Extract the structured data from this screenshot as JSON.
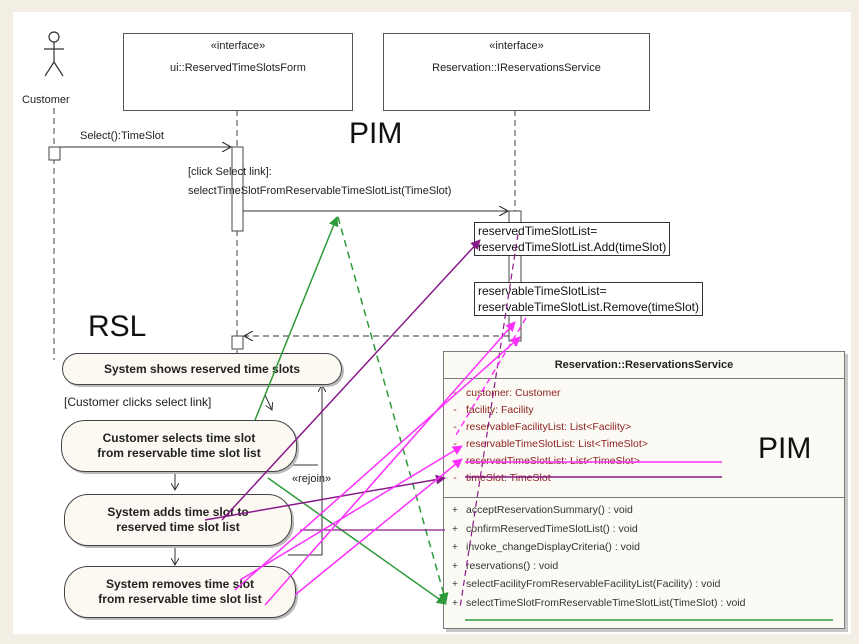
{
  "lifelines": {
    "customer": "Customer",
    "form": {
      "stereotype": "«interface»",
      "name": "ui::ReservedTimeSlotsForm"
    },
    "service": {
      "stereotype": "«interface»",
      "name": "Reservation::IReservationsService"
    }
  },
  "messages": {
    "select": "Select():TimeSlot",
    "guard": "[click Select link]:",
    "call": "selectTimeSlotFromReservableTimeSlotList(TimeSlot)"
  },
  "notes": {
    "reserved": [
      "reservedTimeSlotList=",
      "reservedTimeSlotList.Add(timeSlot)"
    ],
    "reservable": [
      "reservableTimeSlotList=",
      "reservableTimeSlotList.Remove(timeSlot)"
    ]
  },
  "labels": {
    "pim_top": "PIM",
    "rsl": "RSL",
    "pim_class": "PIM",
    "click_link": "[Customer clicks select link]",
    "rejoin": "«rejoin»"
  },
  "rsl_steps": [
    "System shows reserved time slots",
    "Customer selects time slot\nfrom reservable time slot list",
    "System adds time slot to\nreserved time slot list",
    "System removes time slot\nfrom reservable time slot list"
  ],
  "class": {
    "name": "Reservation::ReservationsService",
    "attributes": [
      {
        "vis": "-",
        "text": "customer:  Customer"
      },
      {
        "vis": "-",
        "text": "facility:  Facility"
      },
      {
        "vis": "-",
        "text": "reservableFacilityList:  List<Facility>"
      },
      {
        "vis": "-",
        "text": "reservableTimeSlotList:  List<TimeSlot>"
      },
      {
        "vis": "-",
        "text": "reservedTimeSlotList:  List<TimeSlot>"
      },
      {
        "vis": "-",
        "text": "timeSlot:  TimeSlot"
      }
    ],
    "operations": [
      {
        "vis": "+",
        "text": "acceptReservationSummary() : void"
      },
      {
        "vis": "+",
        "text": "confirmReservedTimeSlotList() : void"
      },
      {
        "vis": "+",
        "text": "invoke_changeDisplayCriteria() : void"
      },
      {
        "vis": "+",
        "text": "reservations() : void"
      },
      {
        "vis": "+",
        "text": "selectFacilityFromReservableFacilityList(Facility) : void"
      },
      {
        "vis": "+",
        "text": "selectTimeSlotFromReservableTimeSlotList(TimeSlot) : void"
      }
    ]
  },
  "colors": {
    "green": "#2e9a3a",
    "purple": "#8a1a8a",
    "magenta": "#ff30ff",
    "attribute_text": "#8b2222"
  }
}
